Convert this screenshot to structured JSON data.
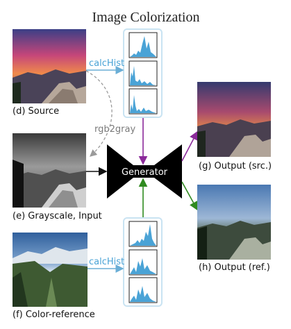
{
  "title": "Image Colorization",
  "labels": {
    "source": "(d) Source",
    "grayscale": "(e) Grayscale, Input",
    "color_reference": "(f) Color-reference",
    "output_src": "(g) Output (src.)",
    "output_ref": "(h) Output (ref.)"
  },
  "operations": {
    "calchist_top": "calcHist",
    "rgb2gray": "rgb2gray",
    "calchist_bottom": "calcHist",
    "generator": "Generator"
  },
  "colors": {
    "hist_blue": "#4aa3d6",
    "panel_border": "#c9e3f2",
    "arrow_purple": "#8b2a9a",
    "arrow_green": "#2f8a1f",
    "arrow_blue": "#6aaed6",
    "arrow_gray": "#9a9a9a",
    "generator_fill": "#000000"
  }
}
